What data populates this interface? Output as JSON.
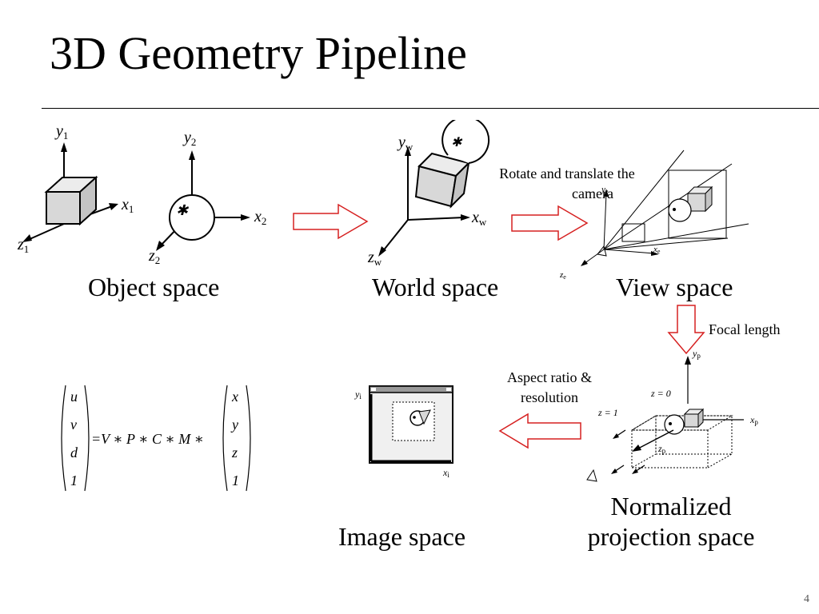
{
  "slide": {
    "title": "3D Geometry Pipeline",
    "page_number": "4"
  },
  "stages": {
    "object": "Object space",
    "world": "World space",
    "view": "View space",
    "normalized_line1": "Normalized",
    "normalized_line2": "projection space",
    "image": "Image space"
  },
  "transitions": {
    "camera_line1": "Rotate and translate the",
    "camera_line2": "camera",
    "focal": "Focal length",
    "aspect_line1": "Aspect ratio &",
    "aspect_line2": "resolution"
  },
  "axes": {
    "y1": "y",
    "y1_sub": "1",
    "x1": "x",
    "x1_sub": "1",
    "z1": "z",
    "z1_sub": "1",
    "y2": "y",
    "y2_sub": "2",
    "x2": "x",
    "x2_sub": "2",
    "z2": "z",
    "z2_sub": "2",
    "yw": "y",
    "yw_sub": "w",
    "xw": "x",
    "xw_sub": "w",
    "zw": "z",
    "zw_sub": "w",
    "ye": "y",
    "ye_sub": "e",
    "xe": "x",
    "xe_sub": "e",
    "ze": "z",
    "ze_sub": "e",
    "yp": "y",
    "yp_sub": "p",
    "xp": "x",
    "xp_sub": "p",
    "zp": "z",
    "zp_sub": "p",
    "z0": "z = 0",
    "z1plane": "z = 1",
    "yi": "y",
    "yi_sub": "i",
    "xi": "x",
    "xi_sub": "i"
  },
  "equation": {
    "lhs": [
      "u",
      "v",
      "d",
      "1"
    ],
    "operator": "=V ∗ P ∗ C ∗ M ∗",
    "rhs": [
      "x",
      "y",
      "z",
      "1"
    ]
  },
  "colors": {
    "arrow_stroke": "#d62020",
    "face_fill": "#d8d8d8",
    "window_fill": "#f0f0f0"
  }
}
